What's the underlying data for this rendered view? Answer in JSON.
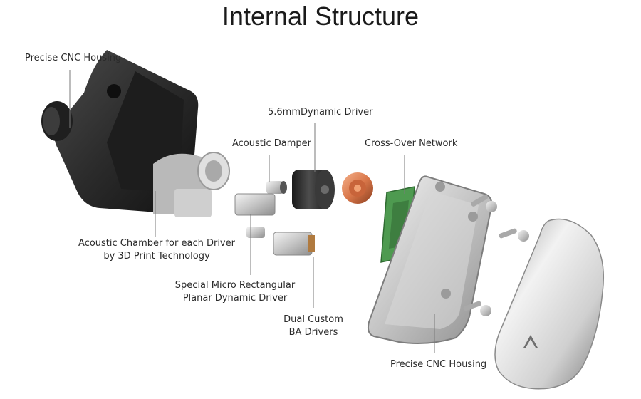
{
  "title": "Internal Structure",
  "labels": {
    "housing_top": "Precise CNC Housing",
    "dynamic_driver": "5.6mmDynamic Driver",
    "acoustic_damper": "Acoustic Damper",
    "crossover": "Cross-Over Network",
    "chamber_line1": "Acoustic Chamber for each Driver",
    "chamber_line2": "by 3D Print Technology",
    "planar_line1": "Special Micro Rectangular",
    "planar_line2": "Planar Dynamic Driver",
    "ba_line1": "Dual Custom",
    "ba_line2": "BA Drivers",
    "housing_bottom": "Precise CNC Housing"
  },
  "colors": {
    "shell_dark": "#2b2b2b",
    "metal": "#c9c9c9",
    "copper": "#d9774a",
    "pcb_green": "#4e9a50",
    "leader_line": "#7a7a7a"
  },
  "icons": {
    "faceplate_logo": "a-logo-icon"
  }
}
